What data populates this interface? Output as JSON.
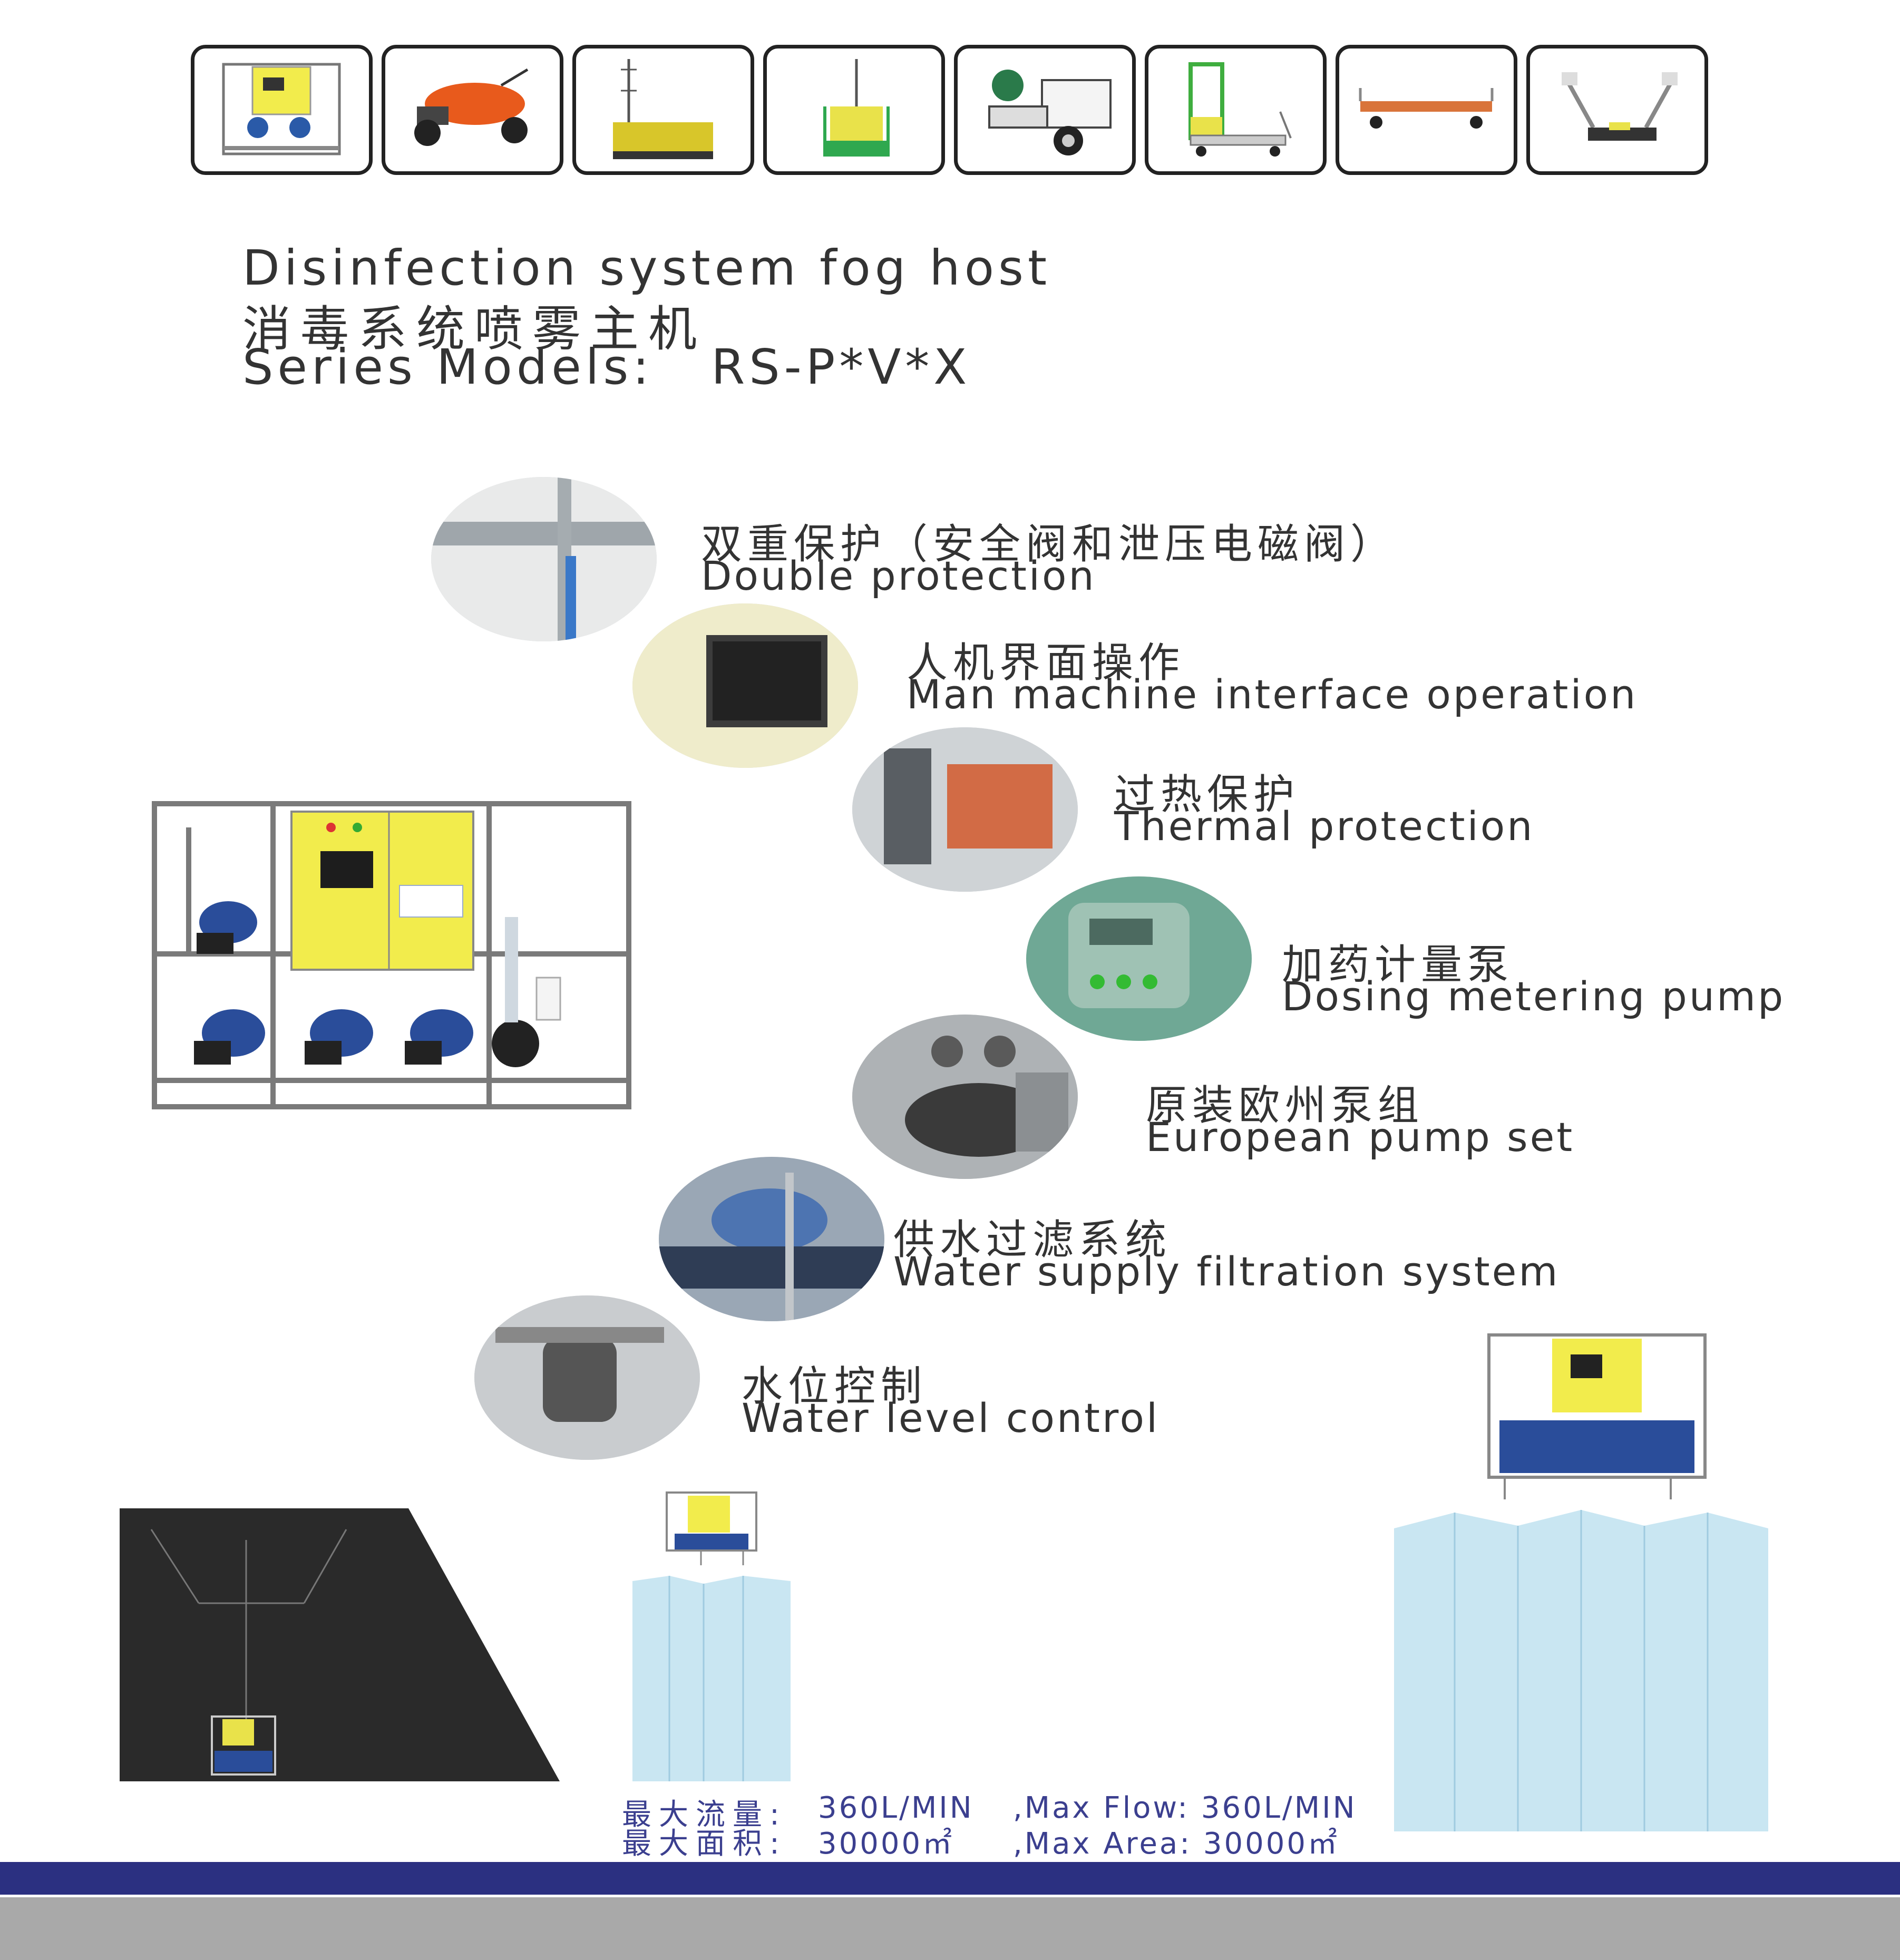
{
  "thumbnails": [
    {
      "icon": "fog-host-machine-icon"
    },
    {
      "icon": "orange-sprayer-vehicle-icon"
    },
    {
      "icon": "yellow-mast-sprayer-icon"
    },
    {
      "icon": "green-mast-cart-icon"
    },
    {
      "icon": "trailer-fog-cannon-icon"
    },
    {
      "icon": "green-flatbed-cart-icon"
    },
    {
      "icon": "long-flatbed-cart-icon"
    },
    {
      "icon": "boom-sprayer-cart-icon"
    }
  ],
  "title": {
    "en": "Disinfection system fog host",
    "zh": "消毒系统喷雾主机",
    "model_label": "Series Models:",
    "model_code": "RS-P*V*X"
  },
  "features": [
    {
      "zh": "双重保护（安全阀和泄压电磁阀）",
      "en": "Double protection",
      "icon": "pipe-frame-icon"
    },
    {
      "zh": "人机界面操作",
      "en": "Man machine interface operation",
      "icon": "touch-screen-icon"
    },
    {
      "zh": "过热保护",
      "en": "Thermal protection",
      "icon": "thermal-relay-icon"
    },
    {
      "zh": "加药计量泵",
      "en": "Dosing metering pump",
      "icon": "dosing-pump-icon"
    },
    {
      "zh": "原装欧州泵组",
      "en": "European pump set",
      "icon": "pump-set-icon"
    },
    {
      "zh": "供水过滤系统",
      "en": "Water supply filtration system",
      "icon": "water-filter-icon"
    },
    {
      "zh": "水位控制",
      "en": "Water level control",
      "icon": "water-level-valve-icon"
    }
  ],
  "specs": {
    "flow_zh": "最大流量:",
    "flow_value": "360L/MIN",
    "flow_en": ",Max Flow: 360L/MIN",
    "area_zh": "最大面积:",
    "area_value": "30000㎡",
    "area_en": ",Max Area: 30000㎡"
  },
  "colors": {
    "cabinet_yellow": "#f2ec4c",
    "footer_blue": "#2b3081",
    "footer_grey": "#a9a9a9",
    "spec_text": "#3b3f8f",
    "mist_blue": "#bfe2f0"
  }
}
